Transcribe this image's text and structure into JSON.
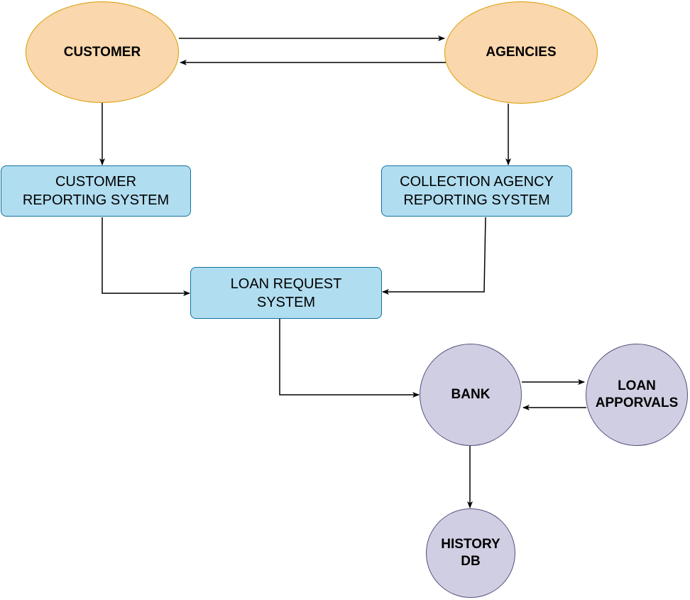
{
  "colors": {
    "actor_fill": "#fad7ac",
    "actor_stroke": "#d79b00",
    "system_fill": "#b1ddf0",
    "system_stroke": "#10739e",
    "store_fill": "#d0cee2",
    "store_stroke": "#56517e",
    "edge": "#000000"
  },
  "nodes": {
    "customer": {
      "label": "CUSTOMER"
    },
    "agencies": {
      "label": "AGENCIES"
    },
    "customer_reporting": {
      "line1": "CUSTOMER",
      "line2": "REPORTING SYSTEM"
    },
    "collection_reporting": {
      "line1": "COLLECTION AGENCY",
      "line2": "REPORTING SYSTEM"
    },
    "loan_request": {
      "line1": "LOAN REQUEST",
      "line2": "SYSTEM"
    },
    "bank": {
      "label": "BANK"
    },
    "loan_approvals": {
      "line1": "LOAN",
      "line2": "APPORVALS"
    },
    "history_db": {
      "line1": "HISTORY",
      "line2": "DB"
    }
  },
  "edges": [
    {
      "from": "customer",
      "to": "agencies"
    },
    {
      "from": "agencies",
      "to": "customer"
    },
    {
      "from": "customer",
      "to": "customer_reporting"
    },
    {
      "from": "agencies",
      "to": "collection_reporting"
    },
    {
      "from": "customer_reporting",
      "to": "loan_request"
    },
    {
      "from": "collection_reporting",
      "to": "loan_request"
    },
    {
      "from": "loan_request",
      "to": "bank"
    },
    {
      "from": "bank",
      "to": "loan_approvals"
    },
    {
      "from": "loan_approvals",
      "to": "bank"
    },
    {
      "from": "bank",
      "to": "history_db"
    }
  ]
}
